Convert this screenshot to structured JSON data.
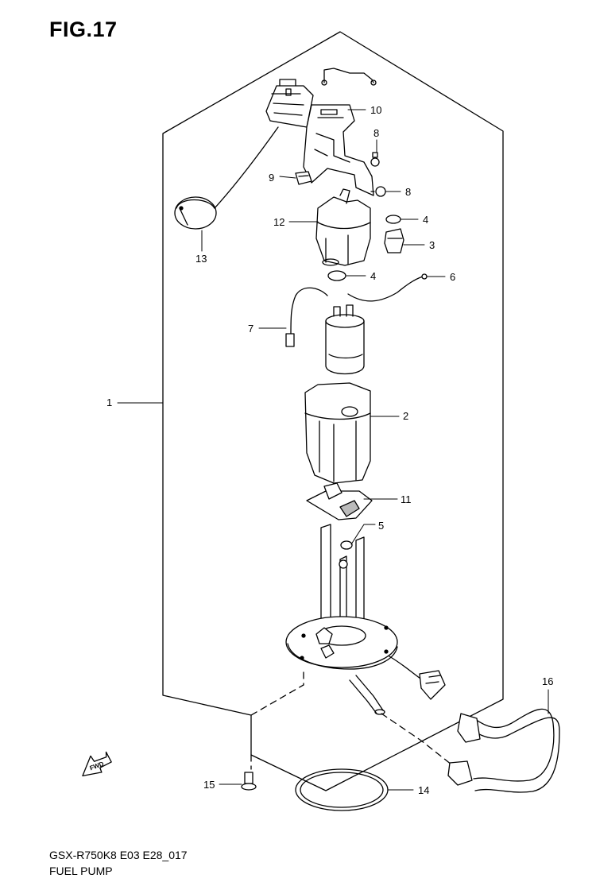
{
  "figure": {
    "title": "FIG.17",
    "model_code": "GSX-R750K8 E03 E28_017",
    "part_name": "FUEL PUMP",
    "fwd_label": "FWD"
  },
  "callouts": [
    {
      "id": "c1",
      "label": "1"
    },
    {
      "id": "c2",
      "label": "2"
    },
    {
      "id": "c3",
      "label": "3"
    },
    {
      "id": "c4a",
      "label": "4"
    },
    {
      "id": "c4b",
      "label": "4"
    },
    {
      "id": "c5",
      "label": "5"
    },
    {
      "id": "c6",
      "label": "6"
    },
    {
      "id": "c7",
      "label": "7"
    },
    {
      "id": "c8a",
      "label": "8"
    },
    {
      "id": "c8b",
      "label": "8"
    },
    {
      "id": "c9",
      "label": "9"
    },
    {
      "id": "c10",
      "label": "10"
    },
    {
      "id": "c11",
      "label": "11"
    },
    {
      "id": "c12",
      "label": "12"
    },
    {
      "id": "c13",
      "label": "13"
    },
    {
      "id": "c14",
      "label": "14"
    },
    {
      "id": "c15",
      "label": "15"
    },
    {
      "id": "c16",
      "label": "16"
    }
  ]
}
